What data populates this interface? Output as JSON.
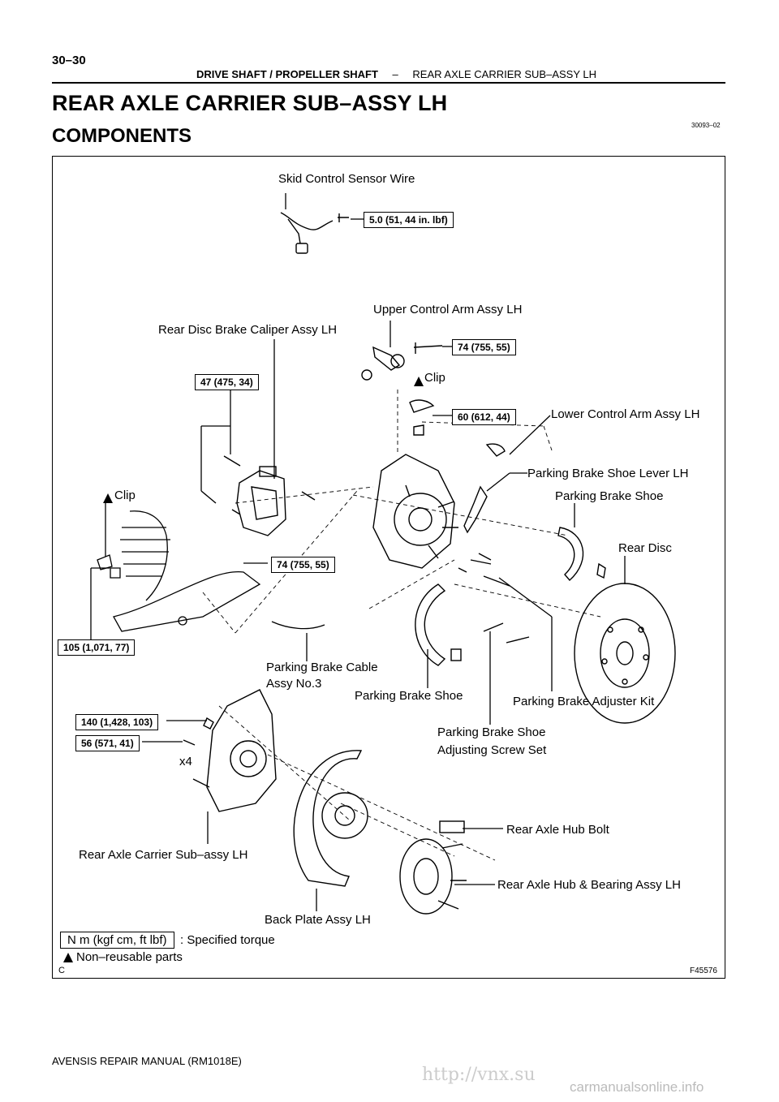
{
  "header": {
    "page_number": "30–30",
    "section": "DRIVE SHAFT / PROPELLER SHAFT",
    "separator": "–",
    "subsection": "REAR AXLE CARRIER SUB–ASSY LH"
  },
  "title": "REAR AXLE CARRIER SUB–ASSY LH",
  "subtitle": "COMPONENTS",
  "doc_code": "30093–02",
  "labels": {
    "skid_wire": "Skid Control Sensor Wire",
    "upper_arm": "Upper Control Arm Assy LH",
    "caliper": "Rear Disc Brake Caliper Assy LH",
    "clip1": "Clip",
    "lower_arm": "Lower Control Arm Assy LH",
    "pb_lever": "Parking Brake Shoe Lever LH",
    "clip2": "Clip",
    "pb_shoe1": "Parking Brake Shoe",
    "rear_disc": "Rear Disc",
    "pb_cable_1": "Parking Brake Cable",
    "pb_cable_2": "Assy No.3",
    "pb_shoe2": "Parking Brake Shoe",
    "adjuster_kit": "Parking Brake Adjuster Kit",
    "screw_set_1": "Parking  Brake  Shoe",
    "screw_set_2": "Adjusting Screw Set",
    "x4": "x4",
    "hub_bolt": "Rear Axle Hub Bolt",
    "carrier": "Rear Axle Carrier Sub–assy LH",
    "hub_bearing": "Rear Axle Hub & Bearing Assy LH",
    "back_plate": "Back Plate Assy LH"
  },
  "torques": {
    "t1": "5.0 (51, 44 in. lbf)",
    "t2": "74 (755, 55)",
    "t3": "47 (475, 34)",
    "t4": "60 (612, 44)",
    "t5": "74 (755, 55)",
    "t6": "105 (1,071, 77)",
    "t7": "140 (1,428, 103)",
    "t8": "56 (571, 41)"
  },
  "legend": {
    "unit_box": "N m (kgf cm, ft lbf)",
    "unit_desc": ": Specified torque",
    "nonreusable": "Non–reusable parts"
  },
  "figure_number": "F45576",
  "corner_mark": "C",
  "footer": "AVENSIS REPAIR MANUAL   (RM1018E)",
  "watermark_url": "http://vnx.su",
  "watermark_site": "carmanualsonline.info"
}
